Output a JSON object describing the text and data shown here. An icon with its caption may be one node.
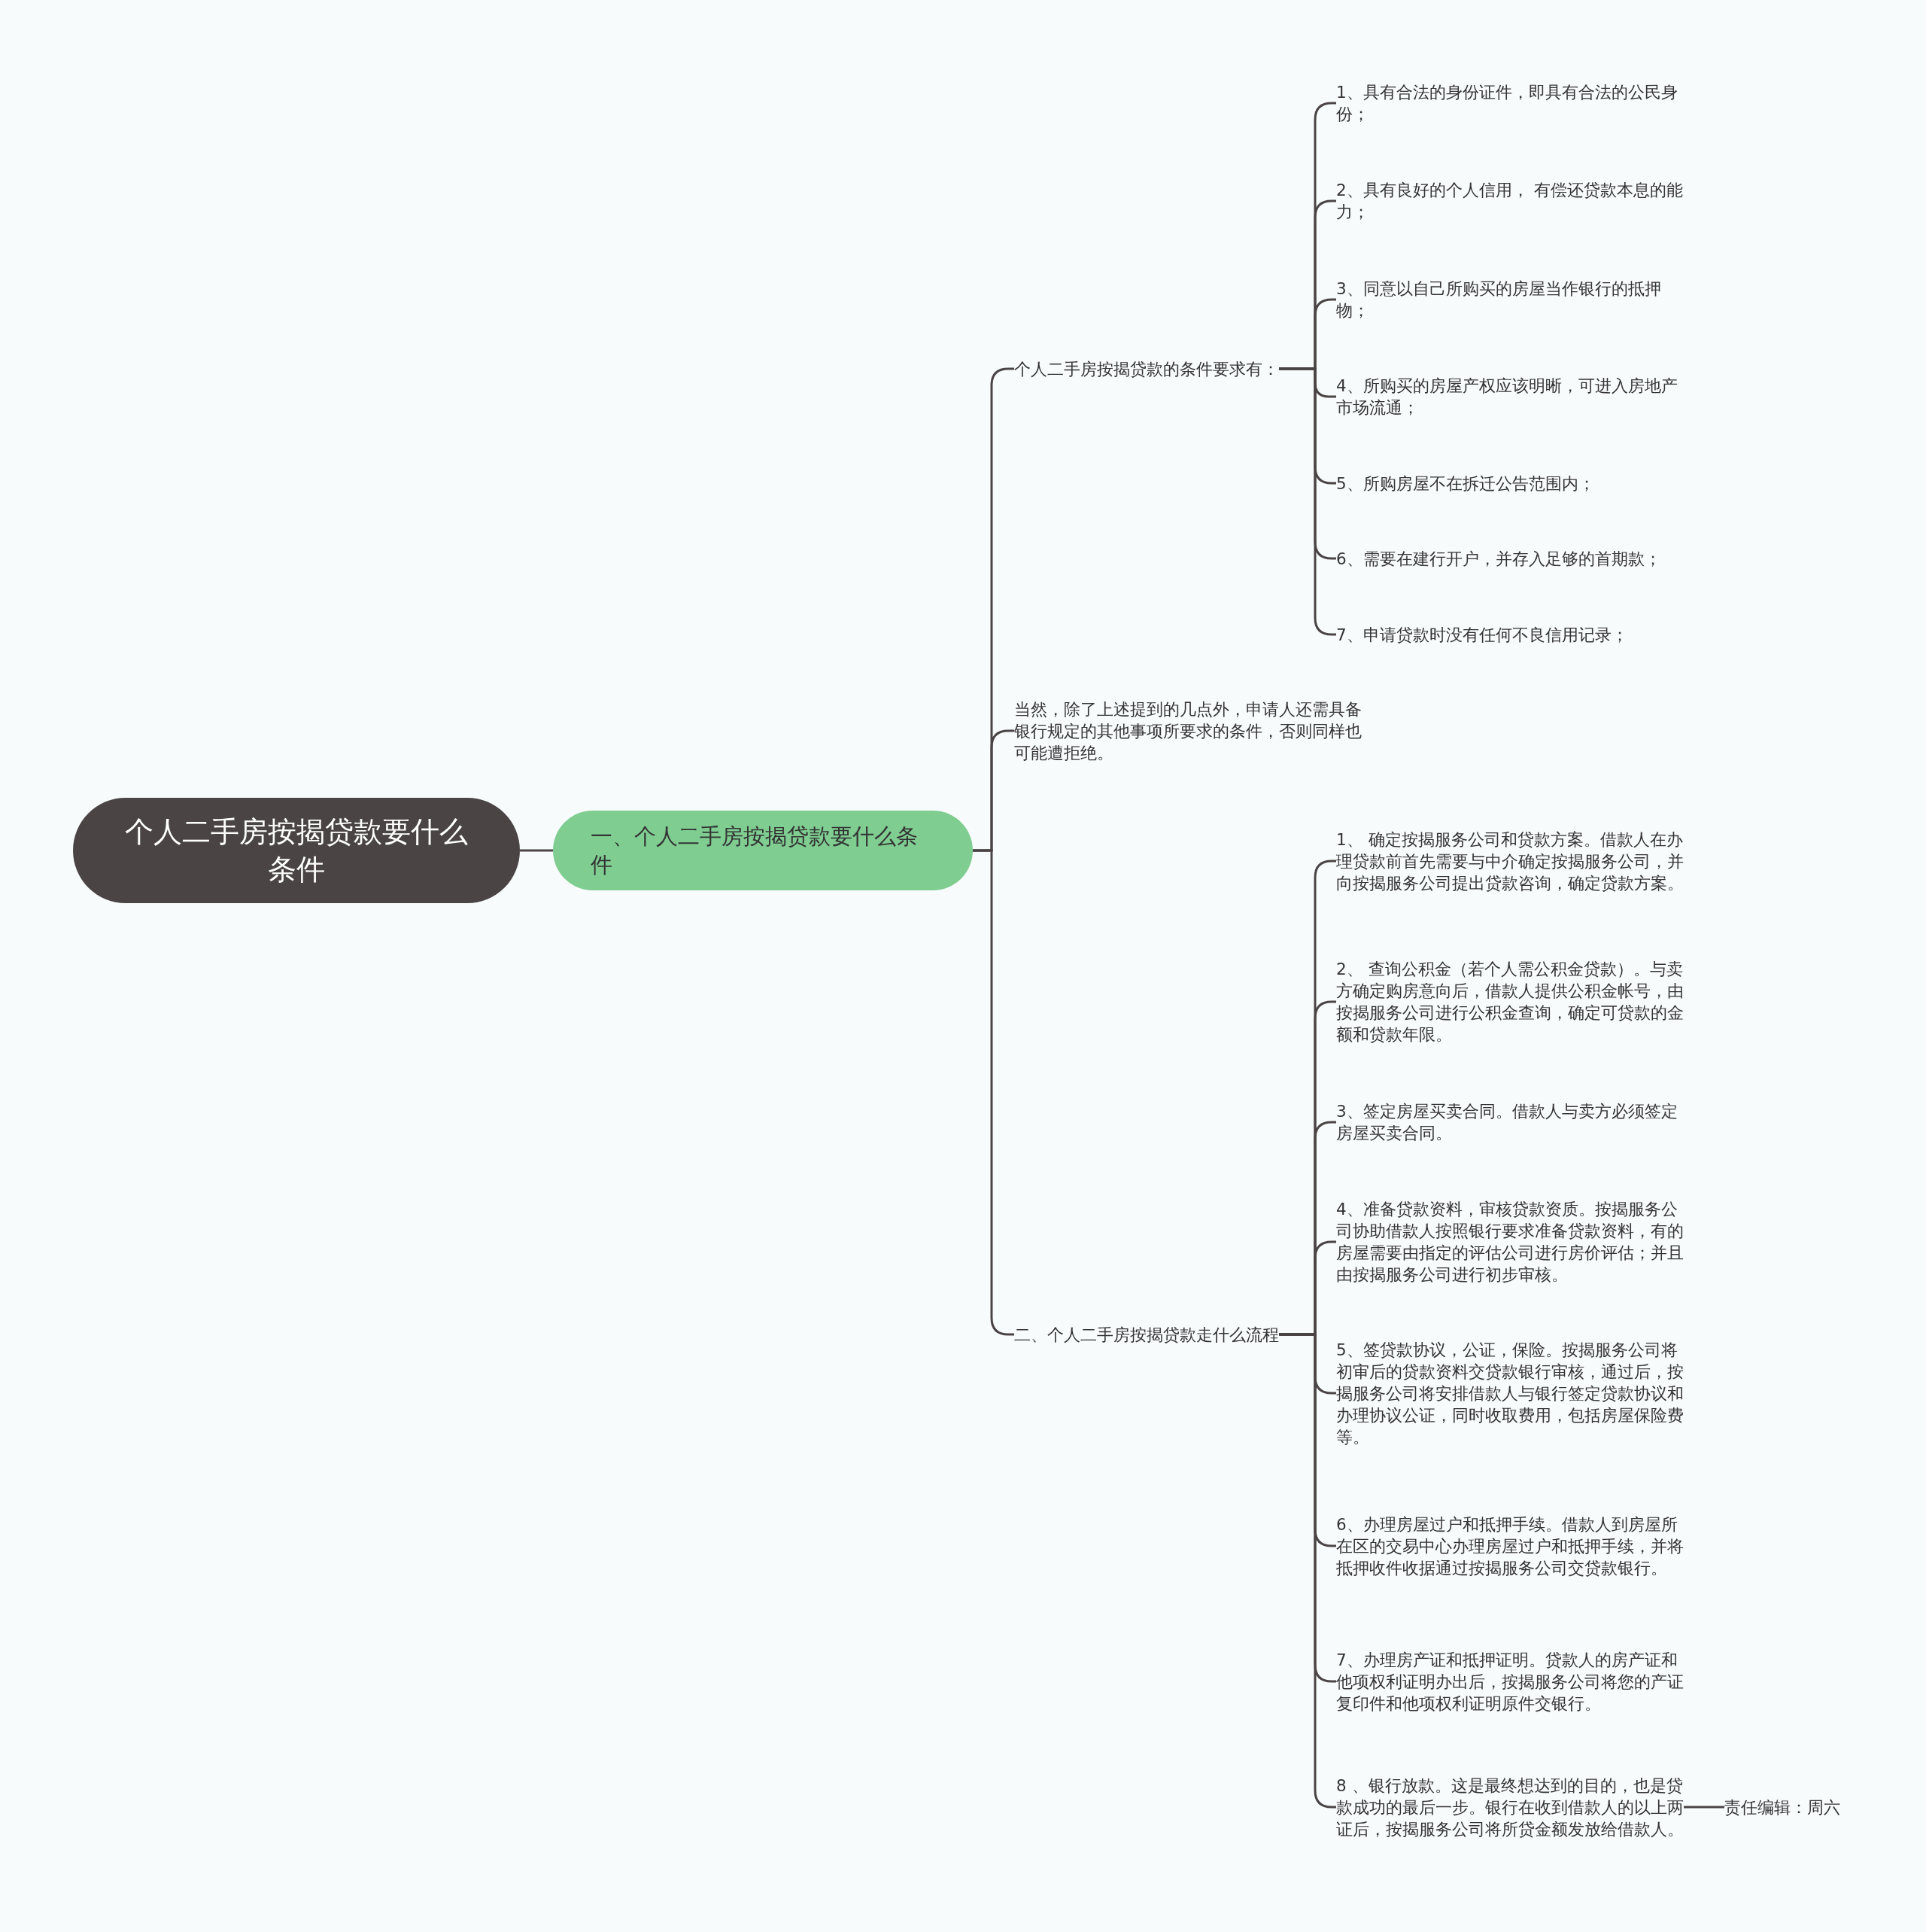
{
  "diagram": {
    "nodes": [
      {
        "text": [
          "个人二手房按揭贷款要什么条件"
        ]
      },
      {
        "text": [
          "一、个人二手房按揭贷款要什么条件"
        ]
      },
      {
        "text": [
          "个人二手房按揭贷款的条件要求有："
        ]
      },
      {
        "text": [
          "1、具有合法的身份证件，即具有合法的公民身份；"
        ]
      },
      {
        "text": [
          "2、具有良好的个人信用， 有偿还贷款本息的能力；"
        ]
      },
      {
        "text": [
          "3、同意以自己所购买的房屋当作银行的抵押物；"
        ]
      },
      {
        "text": [
          "4、所购买的房屋产权应该明晰，可进入房地产市场流通；"
        ]
      },
      {
        "text": [
          "5、所购房屋不在拆迁公告范围内；"
        ]
      },
      {
        "text": [
          "6、需要在建行开户，并存入足够的首期款；"
        ]
      },
      {
        "text": [
          "7、申请贷款时没有任何不良信用记录；"
        ]
      },
      {
        "text": [
          "当然，除了上述提到的几点外，申请人还需具备银行规定的其他事项所要求的条件，否则同样也可能遭拒绝。"
        ]
      },
      {
        "text": [
          "二、个人二手房按揭贷款走什么流程"
        ]
      },
      {
        "text": [
          "1、 确定按揭服务公司和贷款方案。借款人在办理贷款前首先需要与中介确定按揭服务公司，并向按揭服务公司提出贷款咨询，确定贷款方案。"
        ]
      },
      {
        "text": [
          "2、 查询公积金（若个人需公积金贷款）。与卖方确定购房意向后，借款人提供公积金帐号，由按揭服务公司进行公积金查询，确定可贷款的金额和贷款年限。"
        ]
      },
      {
        "text": [
          "3、签定房屋买卖合同。借款人与卖方必须签定房屋买卖合同。"
        ]
      },
      {
        "text": [
          "4、准备贷款资料，审核贷款资质。按揭服务公司协助借款人按照银行要求准备贷款资料，有的房屋需要由指定的评估公司进行房价评估；并且由按揭服务公司进行初步审核。"
        ]
      },
      {
        "text": [
          "5、签贷款协议，公证，保险。按揭服务公司将初审后的贷款资料交贷款银行审核，通过后，按揭服务公司将安排借款人与银行签定贷款协议和办理协议公证，同时收取费用，包括房屋保险费等。"
        ]
      },
      {
        "text": [
          "6、办理房屋过户和抵押手续。借款人到房屋所在区的交易中心办理房屋过户和抵押手续，并将抵押收件收据通过按揭服务公司交贷款银行。"
        ]
      },
      {
        "text": [
          "7、办理房产证和抵押证明。贷款人的房产证和他项权利证明办出后，按揭服务公司将您的产证复印件和他项权利证明原件交银行。"
        ]
      },
      {
        "text": [
          "8 、银行放款。这是最终想达到的目的，也是贷款成功的最后一步。银行在收到借款人的以上两证后，按揭服务公司将所贷金额发放给借款人。"
        ]
      },
      {
        "text": [
          "责任编辑：周六"
        ]
      }
    ],
    "edges": [
      {
        "from": 0,
        "to": 1,
        "arrow": "none"
      },
      {
        "from": 1,
        "to": 2,
        "arrow": "none"
      },
      {
        "from": 1,
        "to": 10,
        "arrow": "none"
      },
      {
        "from": 1,
        "to": 11,
        "arrow": "none"
      },
      {
        "from": 2,
        "to": 3,
        "arrow": "none"
      },
      {
        "from": 2,
        "to": 4,
        "arrow": "none"
      },
      {
        "from": 2,
        "to": 5,
        "arrow": "none"
      },
      {
        "from": 2,
        "to": 6,
        "arrow": "none"
      },
      {
        "from": 2,
        "to": 7,
        "arrow": "none"
      },
      {
        "from": 2,
        "to": 8,
        "arrow": "none"
      },
      {
        "from": 2,
        "to": 9,
        "arrow": "none"
      },
      {
        "from": 11,
        "to": 12,
        "arrow": "none"
      },
      {
        "from": 11,
        "to": 13,
        "arrow": "none"
      },
      {
        "from": 11,
        "to": 14,
        "arrow": "none"
      },
      {
        "from": 11,
        "to": 15,
        "arrow": "none"
      },
      {
        "from": 11,
        "to": 16,
        "arrow": "none"
      },
      {
        "from": 11,
        "to": 17,
        "arrow": "none"
      },
      {
        "from": 11,
        "to": 18,
        "arrow": "none"
      },
      {
        "from": 11,
        "to": 19,
        "arrow": "none"
      },
      {
        "from": 19,
        "to": 20,
        "arrow": "none"
      }
    ]
  }
}
